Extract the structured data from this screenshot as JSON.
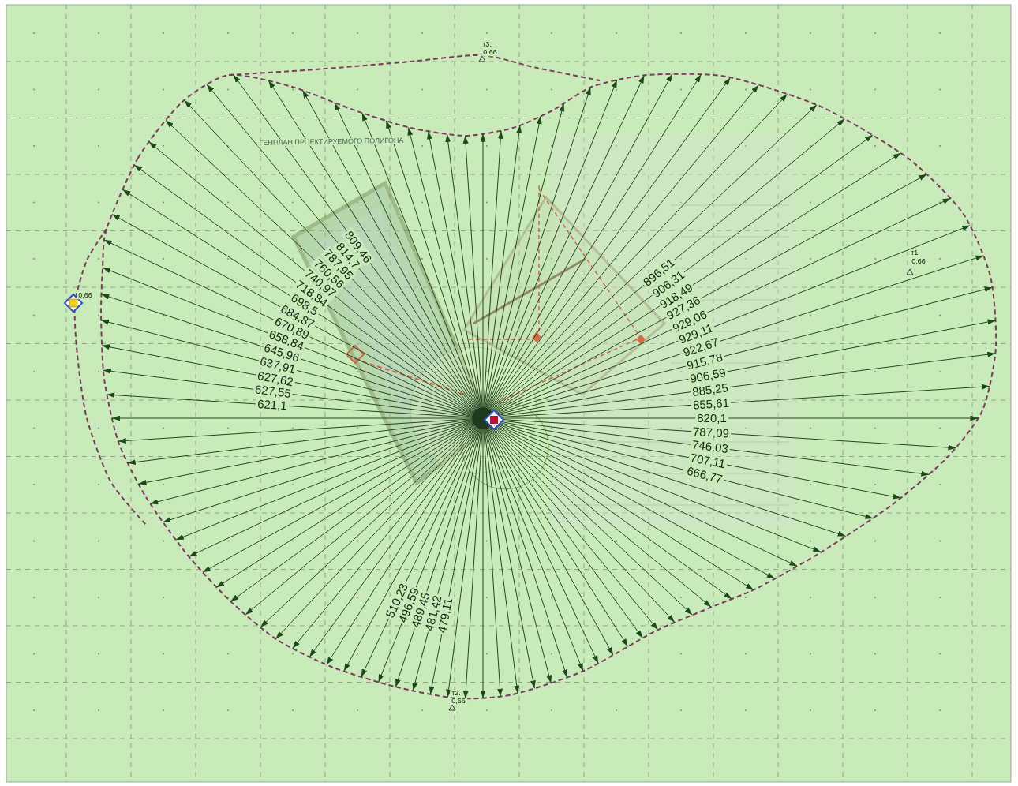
{
  "diagram": {
    "labels": [
      "ГЕНПЛАН ПРОЕКТИРУЕМОГО ПОЛИГОНА",
      "т3.",
      "0,66",
      "т2.",
      "0,66",
      "0,66",
      "т1.",
      "0,66",
      "896,51",
      "906,31",
      "918,49",
      "927,36",
      "929,06",
      "929,11",
      "922,67",
      "915,78",
      "906,59",
      "885,25",
      "855,61",
      "820,1",
      "787,09",
      "746,03",
      "707,11",
      "666,77",
      "809,46",
      "814,7",
      "787,95",
      "760,56",
      "740,97",
      "718,84",
      "698,5",
      "684,87",
      "670,89",
      "658,84",
      "645,96",
      "637,91",
      "627,62",
      "627,55",
      "621,1",
      "479,11",
      "481,42",
      "489,45",
      "496,59",
      "510,23"
    ]
  }
}
